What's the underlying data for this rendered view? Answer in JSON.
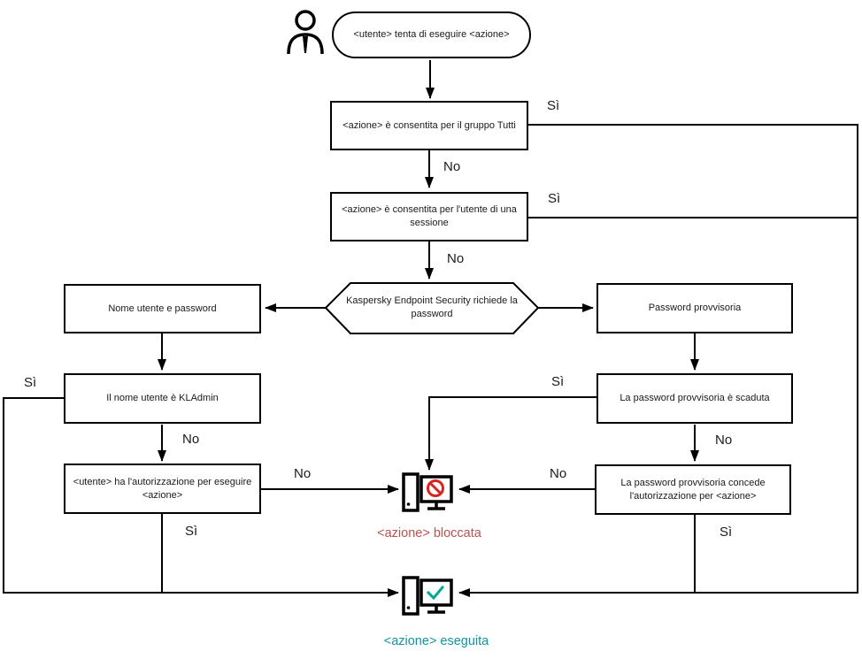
{
  "labels": {
    "yes": "Sì",
    "no": "No"
  },
  "nodes": {
    "start": "<utente> tenta di eseguire <azione>",
    "group_allowed": "<azione> è consentita per il gruppo Tutti",
    "session_allowed": "<azione> è consentita per l'utente di una sessione",
    "kes_prompt": "Kaspersky Endpoint Security richiede la password",
    "username_password": "Nome utente e password",
    "is_kladmin": "Il nome utente è KLAdmin",
    "user_has_permission": "<utente> ha l'autorizzazione per eseguire <azione>",
    "temp_password": "Password provvisoria",
    "temp_expired": "La password provvisoria è scaduta",
    "temp_grants": "La password provvisoria concede l'autorizzazione per <azione>",
    "blocked_caption": "<azione> bloccata",
    "executed_caption": "<azione> eseguita"
  },
  "colors": {
    "line": "#000000",
    "prohibit": "#d9231f",
    "check": "#00a88e",
    "blocked_text": "#c0504d",
    "executed_text": "#1095a0"
  }
}
